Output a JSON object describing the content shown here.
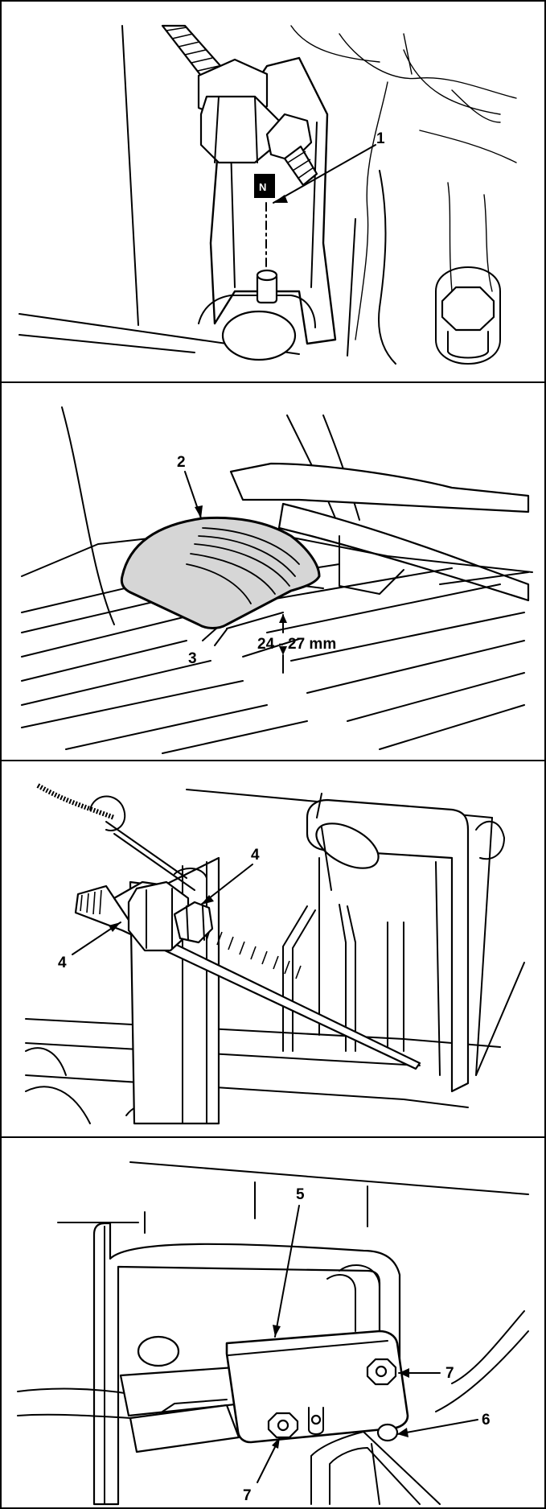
{
  "figures": [
    {
      "id": "fig-1",
      "callouts": [
        "1"
      ],
      "marker": "N"
    },
    {
      "id": "fig-2",
      "callouts": [
        "2",
        "3"
      ],
      "dimension": "24 - 27 mm"
    },
    {
      "id": "fig-3",
      "callouts": [
        "4",
        "4"
      ]
    },
    {
      "id": "fig-4",
      "callouts": [
        "5",
        "7",
        "6",
        "7"
      ]
    }
  ]
}
